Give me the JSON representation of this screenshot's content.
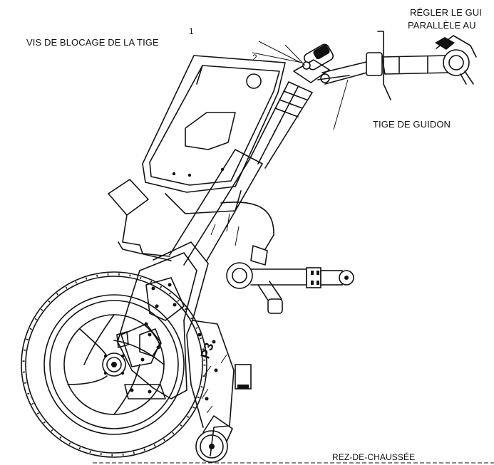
{
  "labels": {
    "stem_lock_screw": "VIS DE BLOCAGE DE LA TIGE",
    "adjust_handlebar_line1": "RÉGLER LE GUI",
    "adjust_handlebar_line2": "PARALLÈLE AU",
    "handlebar_stem": "TIGE DE GUIDON",
    "ground_level": "REZ-DE-CHAUSSÉE",
    "wheel_marking": "P3"
  },
  "callouts": {
    "one": "1",
    "two": "2"
  }
}
